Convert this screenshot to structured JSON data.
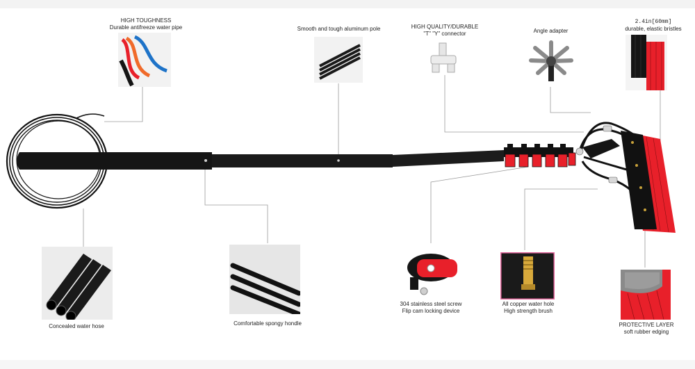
{
  "callouts": {
    "water_pipe": {
      "title": "HIGH TOUGHNESS",
      "desc": "Durable antifreeze water pipe"
    },
    "aluminum_pole": {
      "desc": "Smooth and tough aluminum pole"
    },
    "connector": {
      "title": "HIGH QUALITY/DURABLE",
      "desc": "\"T\" \"Y\" connector"
    },
    "angle_adapter": {
      "desc": "Angle adapter"
    },
    "bristles": {
      "size": "2.4in[60mm]",
      "desc": "durable, elastic bristles"
    },
    "water_hose": {
      "desc": "Concealed water hose"
    },
    "handle": {
      "desc": "Comfortable spongy hondle"
    },
    "steel_screw": {
      "title": "304 stainless steel screw",
      "desc": "Flip cam locking device"
    },
    "water_hole": {
      "title": "All copper water hole",
      "desc": "High strength brush"
    },
    "protective_layer": {
      "title": "PROTECTIVE LAYER",
      "desc": "soft rubber edging"
    }
  },
  "colors": {
    "accent_red": "#e8202a",
    "pole_black": "#151515",
    "leader_gray": "#9a9a9a"
  }
}
